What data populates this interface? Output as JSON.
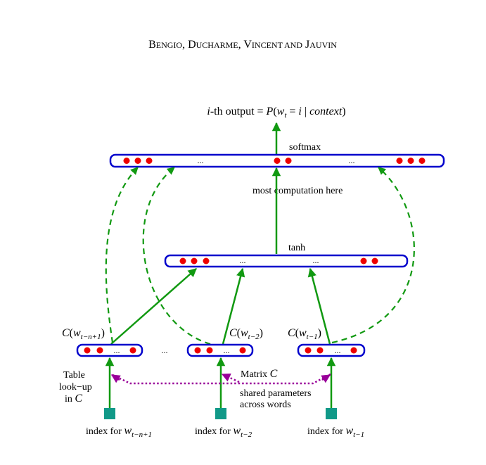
{
  "header": {
    "authors_1": "B",
    "authors_2": "ENGIO",
    "authors_3": ", D",
    "authors_4": "UCHARME",
    "authors_5": ", V",
    "authors_6": "INCENT AND",
    "authors_7": " J",
    "authors_8": "AUVIN"
  },
  "output": {
    "i": "i",
    "label": "-th output = ",
    "P": "P",
    "open": "(",
    "w": "w",
    "sub_t": "t",
    "eq": " =  ",
    "i2": "i",
    "bar": " | ",
    "context": "context",
    "close": ")"
  },
  "softmax_label": "softmax",
  "middle_label": "most  computation here",
  "tanh_label": "tanh",
  "ellipsis": "...",
  "lower_between": "...",
  "embeddings": [
    {
      "C": "C",
      "open": "(",
      "w": "w",
      "sub": "t−n+1",
      "close": ")"
    },
    {
      "C": "C",
      "open": "(",
      "w": "w",
      "sub": "t−2",
      "close": ")"
    },
    {
      "C": "C",
      "open": "(",
      "w": "w",
      "sub": "t−1",
      "close": ")"
    }
  ],
  "table_lookup": {
    "line1": "Table",
    "line2": "look−up",
    "line3_a": "in ",
    "line3_C": "C"
  },
  "matrix": {
    "line1_a": "Matrix ",
    "line1_C": "C",
    "line2": "shared parameters",
    "line3": "across words"
  },
  "indices": [
    {
      "label": "index for ",
      "w": "w",
      "sub": "t−n+1"
    },
    {
      "label": "index for ",
      "w": "w",
      "sub": "t−2"
    },
    {
      "label": "index for ",
      "w": "w",
      "sub": "t−1"
    }
  ],
  "colors": {
    "bar_stroke": "#0000cc",
    "dot": "#ee0000",
    "arrow": "#119911",
    "shared": "#990099",
    "index_square": "#119988"
  }
}
